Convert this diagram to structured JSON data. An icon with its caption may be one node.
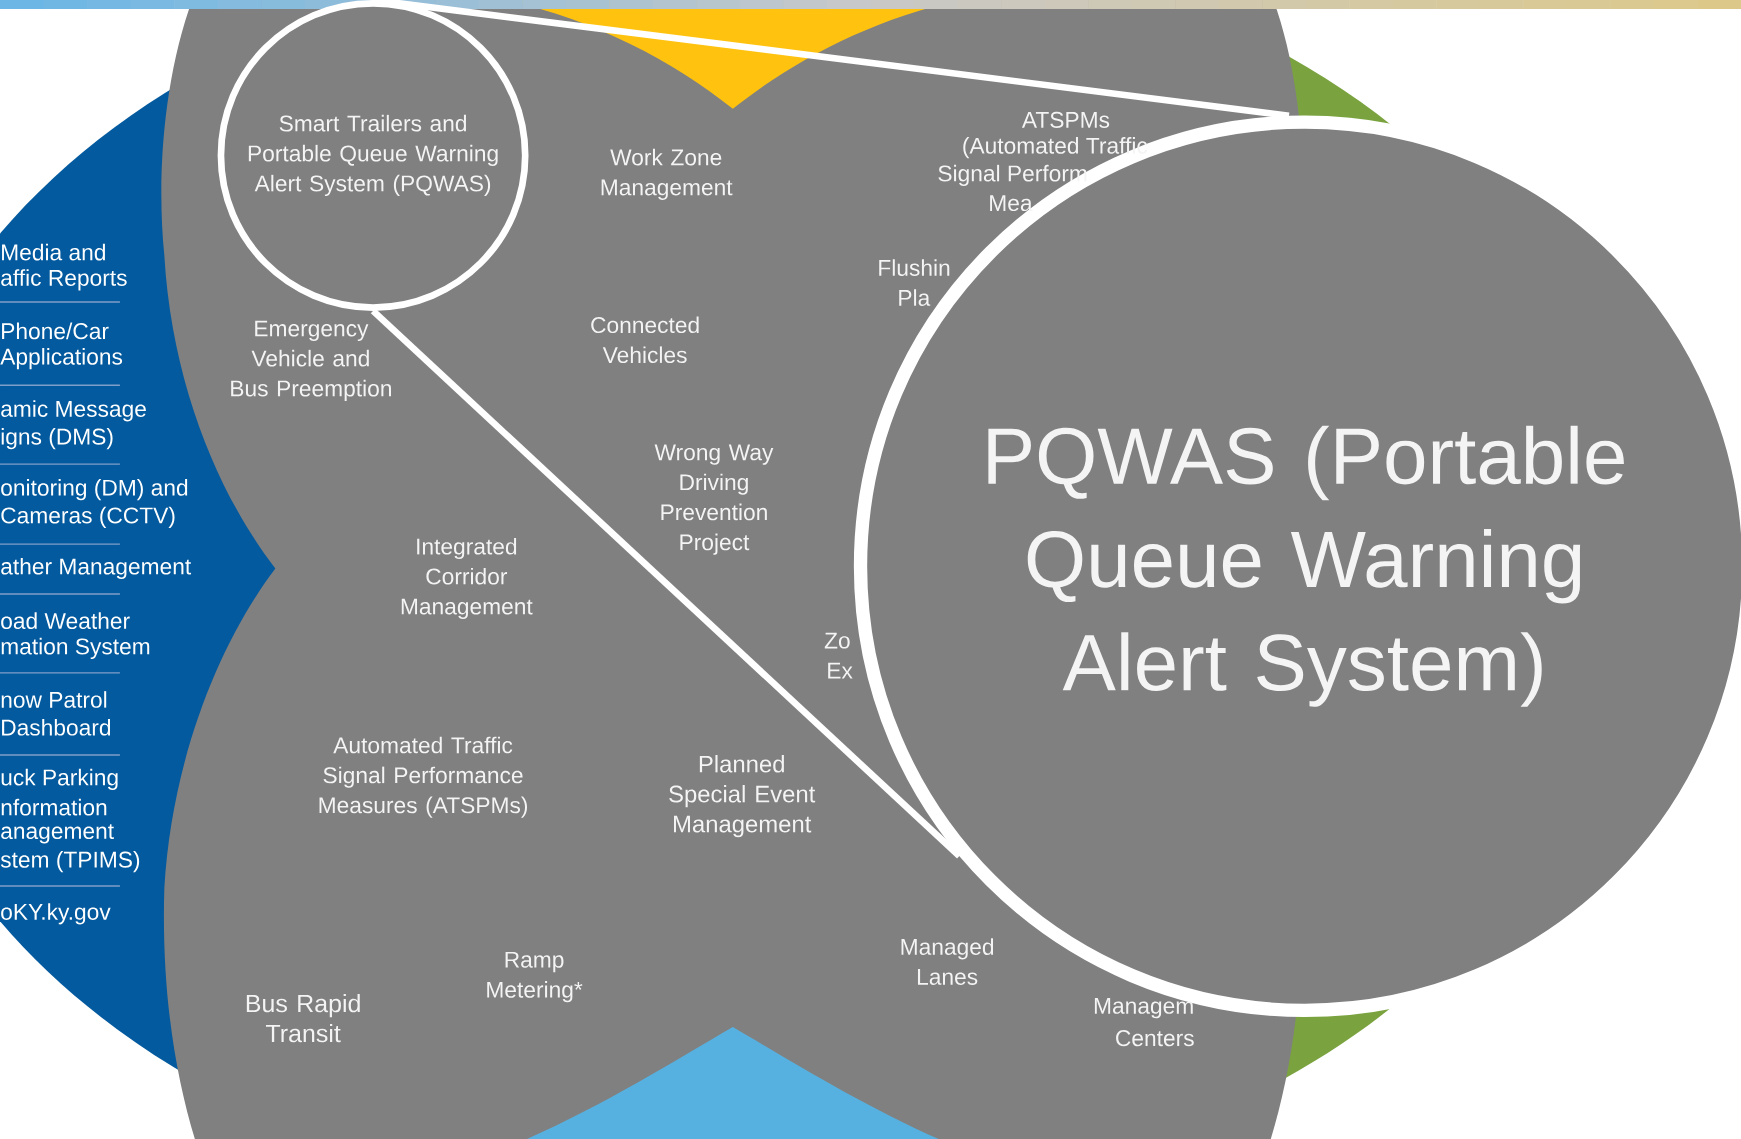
{
  "diagram": {
    "nodes": [
      {
        "text": [
          "Smart Trailers and Portable Queue Warning Alert System (PQWAS)"
        ]
      },
      {
        "text": [
          "PQWAS (Portable Queue Warning Alert System)"
        ]
      }
    ],
    "edges": [
      {
        "from": 0,
        "to": 1,
        "arrow": "none"
      },
      {
        "from": 0,
        "to": 1,
        "arrow": "none"
      }
    ],
    "labels": [
      "Media and",
      "affic Reports",
      "Phone/Car",
      "Applications",
      "amic Message",
      "igns (DMS)",
      "onitoring (DM) and",
      "Cameras (CCTV)",
      "ather Management",
      "oad Weather",
      "mation System",
      "now Patrol",
      "Dashboard",
      "uck Parking",
      "nformation",
      "anagement",
      "stem (TPIMS)",
      "oKY.ky.gov",
      "Work Zone Management",
      "ATSPMs",
      "(Automated Traffic",
      "Signal Perform",
      "Mea",
      "Flushin",
      "Pla",
      "Emergency Vehicle and Bus Preemption",
      "Connected Vehicles",
      "Wrong Way Driving Prevention Project",
      "Integrated Corridor Management",
      "Zo",
      "Ex",
      "Automated Traffic Signal Performance Measures (ATSPMs)",
      "Planned Special Event Management",
      "Managed Lanes",
      "Managem",
      "Centers",
      "Bus Rapid Transit",
      "Ramp Metering*"
    ]
  }
}
